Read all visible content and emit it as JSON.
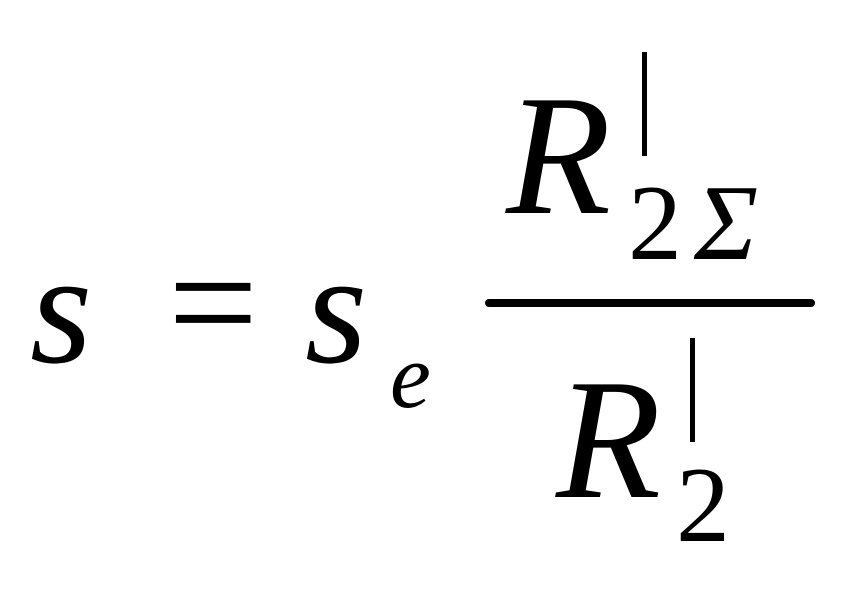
{
  "formula": {
    "lhs": "s",
    "equals": "=",
    "rhs_variable": "s",
    "rhs_subscript": "e",
    "fraction": {
      "numerator": {
        "symbol": "R",
        "subscript_number": "2",
        "subscript_symbol": "Σ"
      },
      "denominator": {
        "symbol": "R",
        "subscript_number": "2"
      }
    }
  }
}
